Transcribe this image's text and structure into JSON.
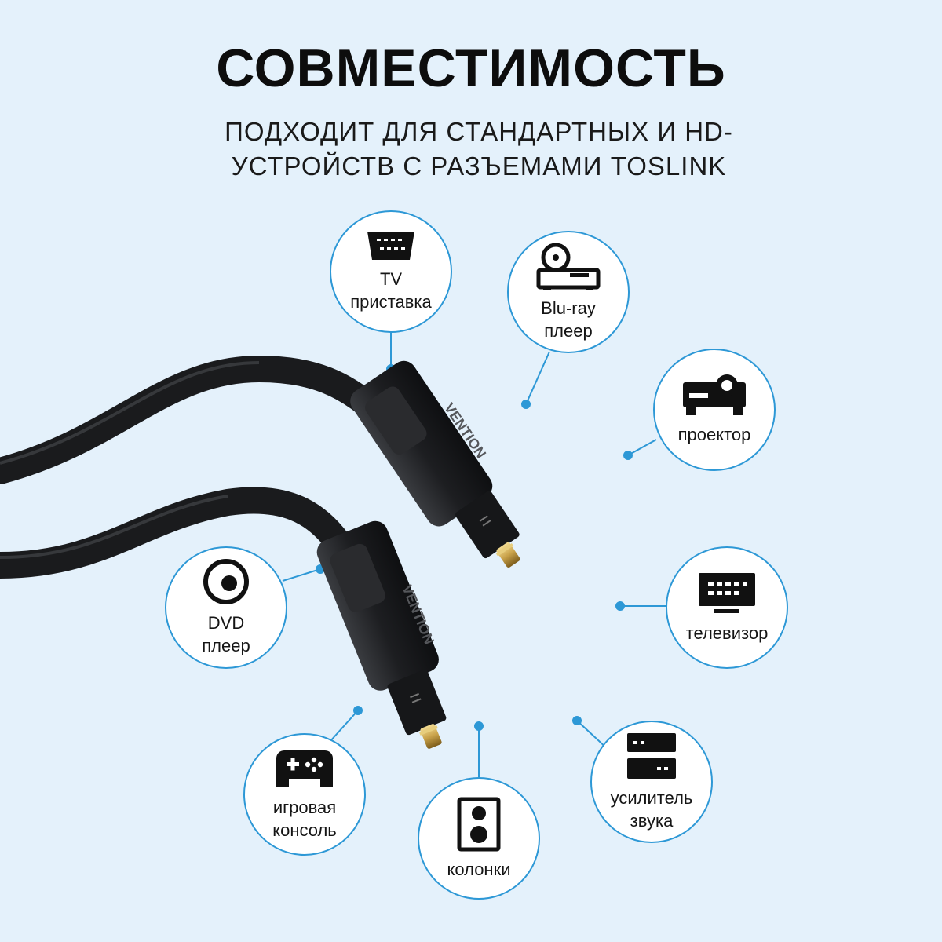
{
  "header": {
    "title": "СОВМЕСТИМОСТЬ",
    "subtitle_line1": "ПОДХОДИТ ДЛЯ СТАНДАРТНЫХ И HD-",
    "subtitle_line2": "УСТРОЙСТВ С РАЗЪЕМАМИ TOSLINK"
  },
  "cable": {
    "brand_text": "VENTION"
  },
  "devices": {
    "tv_box": {
      "line1": "TV",
      "line2": "приставка",
      "icon": "tv-box-icon"
    },
    "bluray": {
      "line1": "Blu-ray",
      "line2": "плеер",
      "icon": "bluray-player-icon"
    },
    "projector": {
      "line1": "проектор",
      "icon": "projector-icon"
    },
    "dvd": {
      "line1": "DVD",
      "line2": "плеер",
      "icon": "dvd-disc-icon"
    },
    "tv": {
      "line1": "телевизор",
      "icon": "television-icon"
    },
    "console": {
      "line1": "игровая",
      "line2": "консоль",
      "icon": "gamepad-icon"
    },
    "speakers": {
      "line1": "колонки",
      "icon": "speaker-icon"
    },
    "amplifier": {
      "line1": "усилитель",
      "line2": "звука",
      "icon": "amplifier-icon"
    }
  },
  "colors": {
    "accent": "#2d98d6",
    "background": "#e4f1fb",
    "cable": "#1e1f21",
    "gold": "#c9a24a"
  }
}
